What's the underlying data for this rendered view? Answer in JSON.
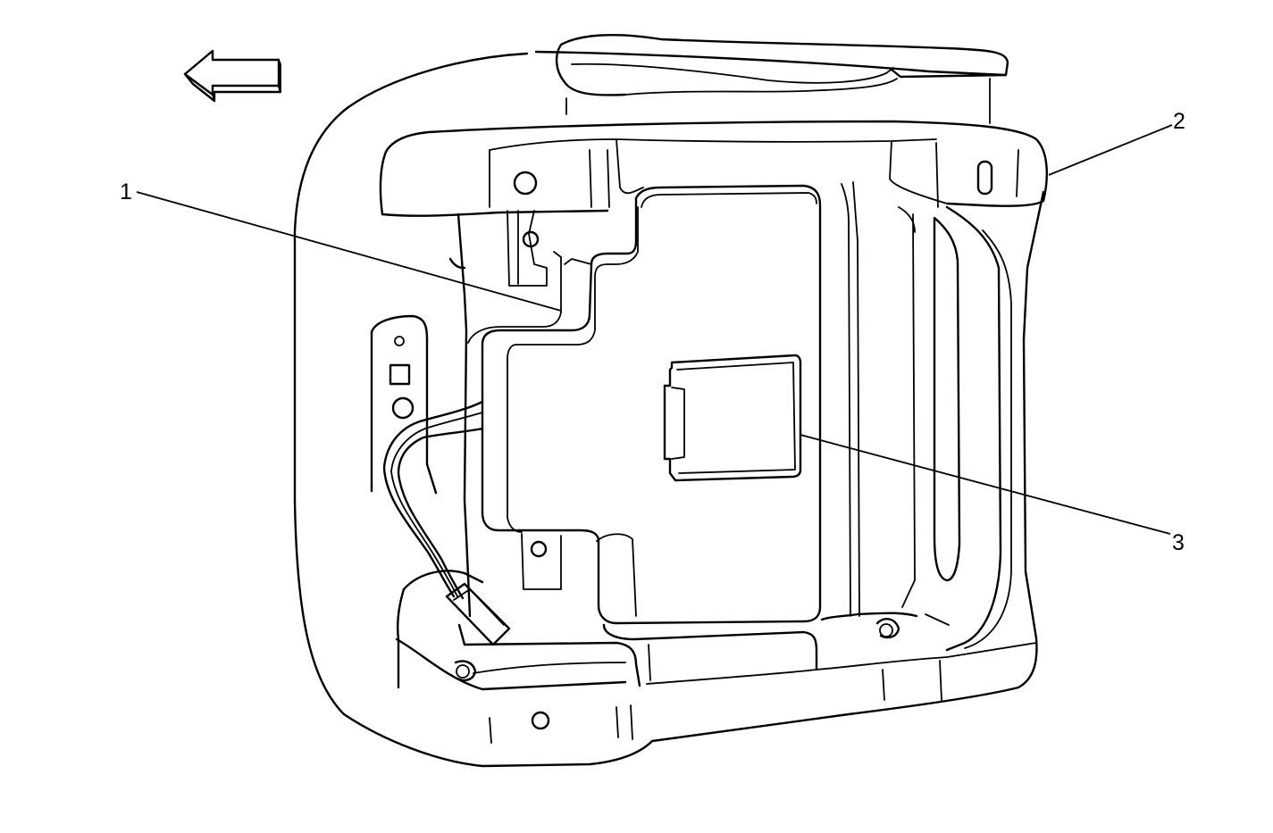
{
  "callouts": [
    {
      "id": "1",
      "label": "1"
    },
    {
      "id": "2",
      "label": "2"
    },
    {
      "id": "3",
      "label": "3"
    }
  ],
  "direction_arrow": {
    "icon": "arrow-left-icon"
  },
  "colors": {
    "line": "#000000",
    "background": "#ffffff"
  }
}
